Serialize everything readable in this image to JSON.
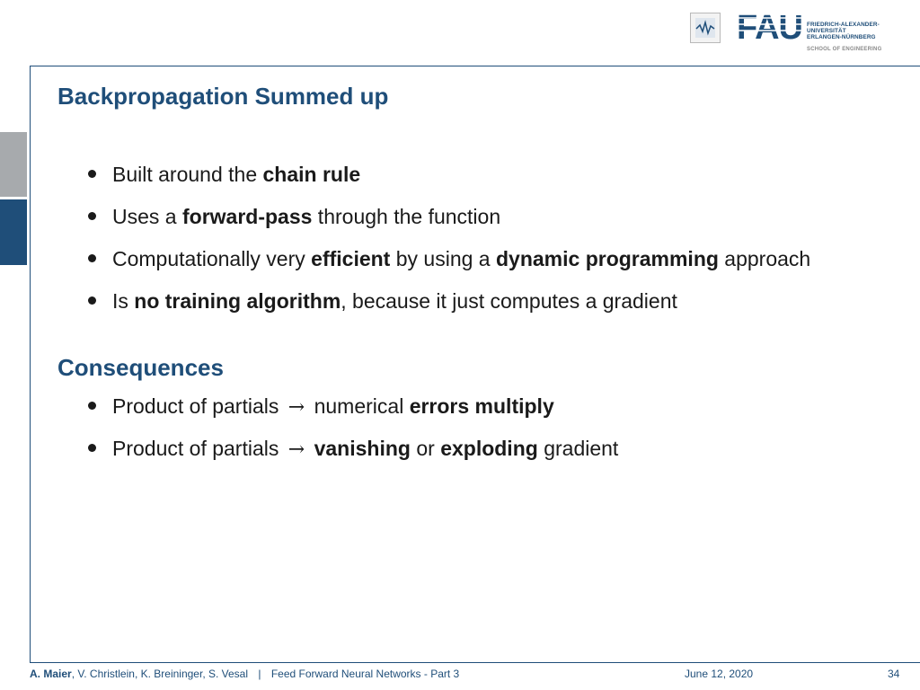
{
  "logo": {
    "fau_mark": "FAU",
    "university_lines": [
      "FRIEDRICH-ALEXANDER-",
      "UNIVERSITÄT",
      "ERLANGEN-NÜRNBERG"
    ],
    "school": "SCHOOL OF ENGINEERING"
  },
  "slide": {
    "title": "Backpropagation Summed up",
    "bullets": [
      {
        "parts": [
          {
            "t": "Built around the ",
            "b": false
          },
          {
            "t": "chain rule",
            "b": true
          }
        ]
      },
      {
        "parts": [
          {
            "t": "Uses a ",
            "b": false
          },
          {
            "t": "forward-pass",
            "b": true
          },
          {
            "t": " through the function",
            "b": false
          }
        ]
      },
      {
        "parts": [
          {
            "t": "Computationally very ",
            "b": false
          },
          {
            "t": "efficient",
            "b": true
          },
          {
            "t": " by using a ",
            "b": false
          },
          {
            "t": "dynamic programming",
            "b": true
          },
          {
            "t": " approach",
            "b": false
          }
        ]
      },
      {
        "parts": [
          {
            "t": "Is ",
            "b": false
          },
          {
            "t": "no training algorithm",
            "b": true
          },
          {
            "t": ", because it just computes a gradient",
            "b": false
          }
        ]
      }
    ],
    "section_title": "Consequences",
    "consequences": [
      {
        "parts": [
          {
            "t": "Product of partials ",
            "b": false
          },
          {
            "t": "→",
            "arrow": true
          },
          {
            "t": " numerical ",
            "b": false
          },
          {
            "t": "errors multiply",
            "b": true
          }
        ]
      },
      {
        "parts": [
          {
            "t": "Product of partials ",
            "b": false
          },
          {
            "t": "→",
            "arrow": true
          },
          {
            "t": " ",
            "b": false
          },
          {
            "t": "vanishing",
            "b": true
          },
          {
            "t": " or ",
            "b": false
          },
          {
            "t": "exploding",
            "b": true
          },
          {
            "t": " gradient",
            "b": false
          }
        ]
      }
    ]
  },
  "footer": {
    "lead_author": "A. Maier",
    "other_authors": ", V. Christlein, K. Breininger, S. Vesal",
    "separator": "|",
    "lecture": "Feed Forward Neural Networks - Part 3",
    "date": "June 12, 2020",
    "page": "34"
  },
  "colors": {
    "accent": "#1f4e79",
    "side_gray": "#a7aaad"
  }
}
